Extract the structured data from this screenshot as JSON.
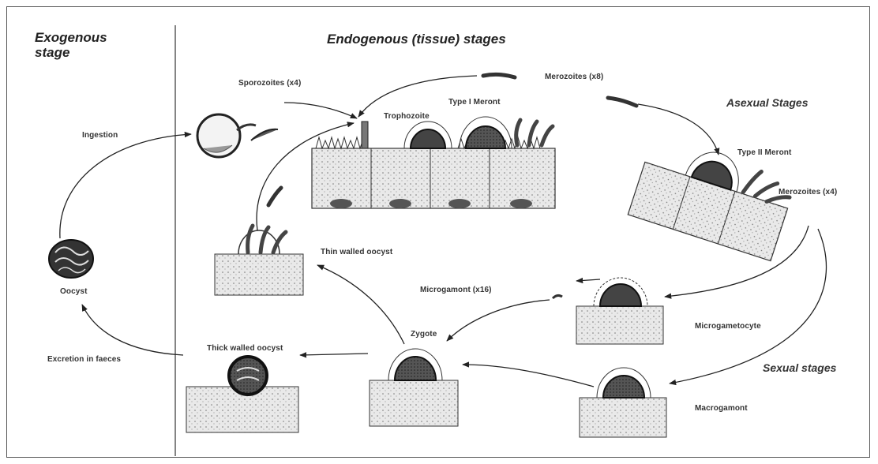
{
  "headers": {
    "exogenous_line1": "Exogenous",
    "exogenous_line2": "stage",
    "endogenous": "Endogenous (tissue) stages",
    "asexual": "Asexual Stages",
    "sexual": "Sexual stages"
  },
  "labels": {
    "sporozoites": "Sporozoites (x4)",
    "merozoites_top": "Merozoites (x8)",
    "type1_meront": "Type I Meront",
    "trophozoite": "Trophozoite",
    "ingestion": "Ingestion",
    "type2_meront": "Type II Meront",
    "merozoites_right": "Merozoites (x4)",
    "oocyst": "Oocyst",
    "thin_walled_oocyst": "Thin walled oocyst",
    "microgamont": "Microgamont (x16)",
    "microgametocyte": "Microgametocyte",
    "zygote": "Zygote",
    "thick_walled_oocyst": "Thick walled oocyst",
    "excretion": "Excretion in faeces",
    "macrogamont": "Macrogamont"
  }
}
